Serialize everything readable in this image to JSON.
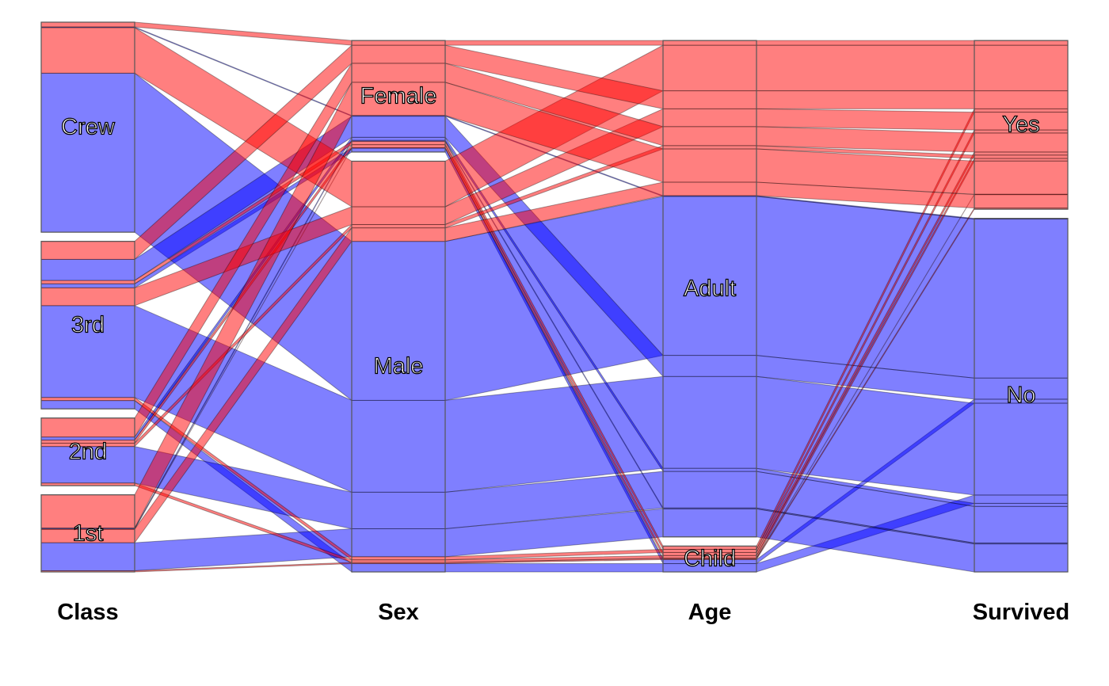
{
  "chart_data": {
    "type": "alluvial",
    "title": "",
    "colors": {
      "survived": "#ff0000",
      "died": "#0000ff",
      "outline": "#000000"
    },
    "axes": [
      {
        "name": "Class",
        "categories": [
          "1st",
          "2nd",
          "3rd",
          "Crew"
        ]
      },
      {
        "name": "Sex",
        "categories": [
          "Male",
          "Female"
        ]
      },
      {
        "name": "Age",
        "categories": [
          "Child",
          "Adult"
        ]
      },
      {
        "name": "Survived",
        "categories": [
          "No",
          "Yes"
        ]
      }
    ],
    "color_by": {
      "Class": "Crew",
      "Sex": "Male",
      "Age": "Adult",
      "Survived": "Yes"
    },
    "flows": [
      {
        "Class": "1st",
        "Sex": "Male",
        "Age": "Child",
        "Survived": "No",
        "freq": 0
      },
      {
        "Class": "2nd",
        "Sex": "Male",
        "Age": "Child",
        "Survived": "No",
        "freq": 0
      },
      {
        "Class": "3rd",
        "Sex": "Male",
        "Age": "Child",
        "Survived": "No",
        "freq": 35
      },
      {
        "Class": "Crew",
        "Sex": "Male",
        "Age": "Child",
        "Survived": "No",
        "freq": 0
      },
      {
        "Class": "1st",
        "Sex": "Female",
        "Age": "Child",
        "Survived": "No",
        "freq": 0
      },
      {
        "Class": "2nd",
        "Sex": "Female",
        "Age": "Child",
        "Survived": "No",
        "freq": 0
      },
      {
        "Class": "3rd",
        "Sex": "Female",
        "Age": "Child",
        "Survived": "No",
        "freq": 17
      },
      {
        "Class": "Crew",
        "Sex": "Female",
        "Age": "Child",
        "Survived": "No",
        "freq": 0
      },
      {
        "Class": "1st",
        "Sex": "Male",
        "Age": "Adult",
        "Survived": "No",
        "freq": 118
      },
      {
        "Class": "2nd",
        "Sex": "Male",
        "Age": "Adult",
        "Survived": "No",
        "freq": 154
      },
      {
        "Class": "3rd",
        "Sex": "Male",
        "Age": "Adult",
        "Survived": "No",
        "freq": 387
      },
      {
        "Class": "Crew",
        "Sex": "Male",
        "Age": "Adult",
        "Survived": "No",
        "freq": 670
      },
      {
        "Class": "1st",
        "Sex": "Female",
        "Age": "Adult",
        "Survived": "No",
        "freq": 4
      },
      {
        "Class": "2nd",
        "Sex": "Female",
        "Age": "Adult",
        "Survived": "No",
        "freq": 13
      },
      {
        "Class": "3rd",
        "Sex": "Female",
        "Age": "Adult",
        "Survived": "No",
        "freq": 89
      },
      {
        "Class": "Crew",
        "Sex": "Female",
        "Age": "Adult",
        "Survived": "No",
        "freq": 3
      },
      {
        "Class": "1st",
        "Sex": "Male",
        "Age": "Child",
        "Survived": "Yes",
        "freq": 5
      },
      {
        "Class": "2nd",
        "Sex": "Male",
        "Age": "Child",
        "Survived": "Yes",
        "freq": 11
      },
      {
        "Class": "3rd",
        "Sex": "Male",
        "Age": "Child",
        "Survived": "Yes",
        "freq": 13
      },
      {
        "Class": "Crew",
        "Sex": "Male",
        "Age": "Child",
        "Survived": "Yes",
        "freq": 0
      },
      {
        "Class": "1st",
        "Sex": "Female",
        "Age": "Child",
        "Survived": "Yes",
        "freq": 1
      },
      {
        "Class": "2nd",
        "Sex": "Female",
        "Age": "Child",
        "Survived": "Yes",
        "freq": 13
      },
      {
        "Class": "3rd",
        "Sex": "Female",
        "Age": "Child",
        "Survived": "Yes",
        "freq": 14
      },
      {
        "Class": "Crew",
        "Sex": "Female",
        "Age": "Child",
        "Survived": "Yes",
        "freq": 0
      },
      {
        "Class": "1st",
        "Sex": "Male",
        "Age": "Adult",
        "Survived": "Yes",
        "freq": 57
      },
      {
        "Class": "2nd",
        "Sex": "Male",
        "Age": "Adult",
        "Survived": "Yes",
        "freq": 14
      },
      {
        "Class": "3rd",
        "Sex": "Male",
        "Age": "Adult",
        "Survived": "Yes",
        "freq": 75
      },
      {
        "Class": "Crew",
        "Sex": "Male",
        "Age": "Adult",
        "Survived": "Yes",
        "freq": 192
      },
      {
        "Class": "1st",
        "Sex": "Female",
        "Age": "Adult",
        "Survived": "Yes",
        "freq": 140
      },
      {
        "Class": "2nd",
        "Sex": "Female",
        "Age": "Adult",
        "Survived": "Yes",
        "freq": 80
      },
      {
        "Class": "3rd",
        "Sex": "Female",
        "Age": "Adult",
        "Survived": "Yes",
        "freq": 76
      },
      {
        "Class": "Crew",
        "Sex": "Female",
        "Age": "Adult",
        "Survived": "Yes",
        "freq": 20
      }
    ]
  }
}
